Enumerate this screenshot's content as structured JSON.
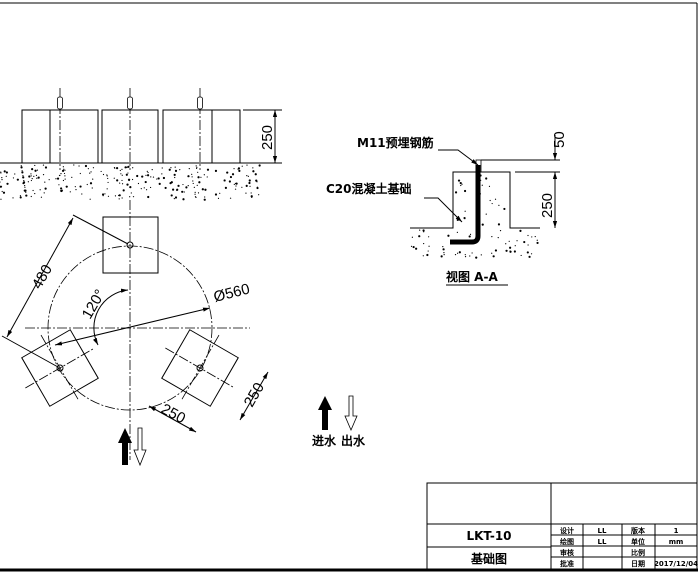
{
  "side_view": {
    "height_dim": "250"
  },
  "plan_view": {
    "dim_480": "480",
    "dim_diameter": "Ø560",
    "dim_angle": "120°",
    "dim_width": "250",
    "dim_depth": "250"
  },
  "section_view": {
    "rebar_label": "M11预埋钢筋",
    "foundation_label": "C20混凝土基础",
    "dim_top": "50",
    "dim_height": "250",
    "title": "视图 A-A"
  },
  "flow_legend": {
    "inlet": "进水",
    "outlet": "出水"
  },
  "title_block": {
    "model": "LKT-10",
    "drawing_name": "基础图",
    "rows": [
      {
        "k1": "设计",
        "v1": "LL",
        "k2": "版本",
        "v2": "1"
      },
      {
        "k1": "绘图",
        "v1": "LL",
        "k2": "单位",
        "v2": "mm"
      },
      {
        "k1": "审核",
        "v1": "",
        "k2": "比例",
        "v2": ""
      },
      {
        "k1": "批准",
        "v1": "",
        "k2": "日期",
        "v2": "2017/12/04"
      }
    ]
  }
}
